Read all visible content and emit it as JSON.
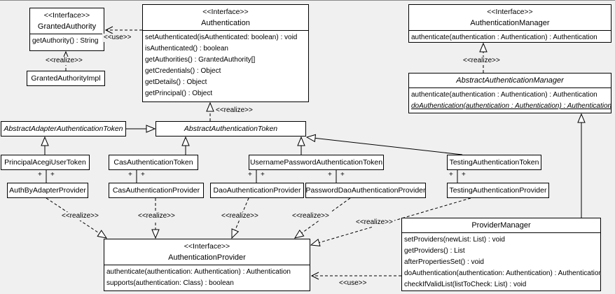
{
  "diagram": {
    "labels": {
      "realize": "<<realize>>",
      "use": "<<use>>",
      "plus": "+"
    },
    "classes": {
      "granted_authority": {
        "stereotype": "<<Interface>>",
        "name": "GrantedAuthority",
        "methods": [
          "getAuthority() : String"
        ]
      },
      "granted_authority_impl": {
        "name": "GrantedAuthorityImpl"
      },
      "authentication": {
        "stereotype": "<<Interface>>",
        "name": "Authentication",
        "methods": [
          "setAuthenticated(isAuthenticated: boolean) : void",
          "isAuthenticated() : boolean",
          "getAuthorities() : GrantedAuthority[]",
          "getCredentials() : Object",
          "getDetails() : Object",
          "getPrincipal() : Object"
        ]
      },
      "authentication_manager": {
        "stereotype": "<<Interface>>",
        "name": "AuthenticationManager",
        "methods": [
          "authenticate(authentication : Authentication) : Authentication"
        ]
      },
      "abstract_authentication_manager": {
        "name": "AbstractAuthenticationManager",
        "methods": [
          "authenticate(authentication : Authentication) : Authentication",
          "doAuthentication(authentication : Authentication) : Authentication"
        ]
      },
      "abstract_adapter_authentication_token": {
        "name": "AbstractAdapterAuthenticationToken"
      },
      "abstract_authentication_token": {
        "name": "AbstractAuthenticationToken"
      },
      "principal_acegi_user_token": {
        "name": "PrincipalAcegiUserToken"
      },
      "cas_authentication_token": {
        "name": "CasAuthenticationToken"
      },
      "username_password_authentication_token": {
        "name": "UsernamePasswordAuthenticationToken"
      },
      "testing_authentication_token": {
        "name": "TestingAuthenticationToken"
      },
      "auth_by_adapter_provider": {
        "name": "AuthByAdapterProvider"
      },
      "cas_authentication_provider": {
        "name": "CasAuthenticationProvider"
      },
      "dao_authentication_provider": {
        "name": "DaoAuthenticationProvider"
      },
      "password_dao_authentication_provider": {
        "name": "PasswordDaoAuthenticationProvider"
      },
      "testing_authentication_provider": {
        "name": "TestingAuthenticationProvider"
      },
      "provider_manager": {
        "name": "ProviderManager",
        "methods": [
          "setProviders(newList: List) : void",
          "getProviders() : List",
          "afterPropertiesSet() : void",
          "doAuthentication(authentication: Authentication) : Authentication",
          "checkIfValidList(listToCheck: List) : void"
        ]
      },
      "authentication_provider": {
        "stereotype": "<<Interface>>",
        "name": "AuthenticationProvider",
        "methods": [
          "authenticate(authentication: Authentication) : Authentication",
          "supports(authentication: Class) : boolean"
        ]
      }
    }
  }
}
